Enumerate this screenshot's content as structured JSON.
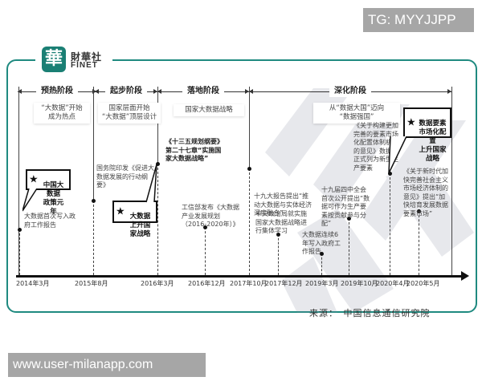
{
  "overlay": {
    "top_right_tag": "TG: MYYJJPP",
    "bottom_left_url": "www.user-milanapp.com"
  },
  "logo": {
    "glyph": "華",
    "name_cn": "財華社",
    "name_en": "FINET",
    "color": "#1a7f74"
  },
  "phases": [
    {
      "label": "预热阶段",
      "description": "“大数据”开始\n成为热点"
    },
    {
      "label": "起步阶段",
      "description": "国家层面开始\n“大数据”顶层设计"
    },
    {
      "label": "落地阶段",
      "description": "国家大数据战略"
    },
    {
      "label": "深化阶段",
      "description": "从“数据大国”迈向\n“数据强国”"
    }
  ],
  "events": [
    {
      "date": "2014年3月",
      "text": "大数据首次写入政府工作报告",
      "bold": "首次"
    },
    {
      "date": "2015年8月",
      "text": "国务院印发《促进大数据发展的行动纲要》",
      "bold": "国务院"
    },
    {
      "date": "2016年3月",
      "text": "《十三五规划纲要》第二十七章“实施国家大数据战略”",
      "bold": "实施国家大数据战略"
    },
    {
      "date": "2016年12月",
      "text": "工信部发布《大数据产业发展规划（2016-2020年）》",
      "bold": "工信部"
    },
    {
      "date": "2017年10月",
      "text": "十九大报告提出“推动大数据与实体经济深度融合”",
      "bold": "十九大报告"
    },
    {
      "date": "2017年12月",
      "text": "中央政治局就实施国家大数据战略进行集体学习",
      "bold": "中央政治局"
    },
    {
      "date": "2019年3月",
      "text": "大数据连续6年写入政府工作报告",
      "bold": "连续6年"
    },
    {
      "date": "2019年10月",
      "text": "十九届四中全会首次公开提出“数据可作为生产要素按贡献参与分配”",
      "bold": "十九届四中全会"
    },
    {
      "date": "2020年4月",
      "text": "《关于构建更加完善的要素市场化配置体制机制的意见》数据被正式列为新型生产要素",
      "bold": "数据被正式列为新型生产要素"
    },
    {
      "date": "2020年5月",
      "text": "《关于新时代加快完善社会主义市场经济体制的意见》提出“加快培育发展数据要素市场”",
      "bold": "加快培育发展数据要素市场"
    }
  ],
  "callouts": [
    {
      "text": "中国大数据\n政策元年"
    },
    {
      "text": "大数据\n上升国家战略"
    },
    {
      "text": "数据要素\n市场化配置\n上升国家战略"
    }
  ],
  "axis_dates": [
    "2014年3月",
    "2015年8月",
    "2016年3月",
    "2016年12月",
    "2017年10月",
    "2017年12月",
    "2019年3月",
    "2019年10月",
    "2020年4月",
    "2020年5月"
  ],
  "source": "来源：　中国信息通信研究院",
  "colors": {
    "frame": "#1f8a80",
    "axis": "#111111",
    "watermark": "#9aa0b0"
  }
}
